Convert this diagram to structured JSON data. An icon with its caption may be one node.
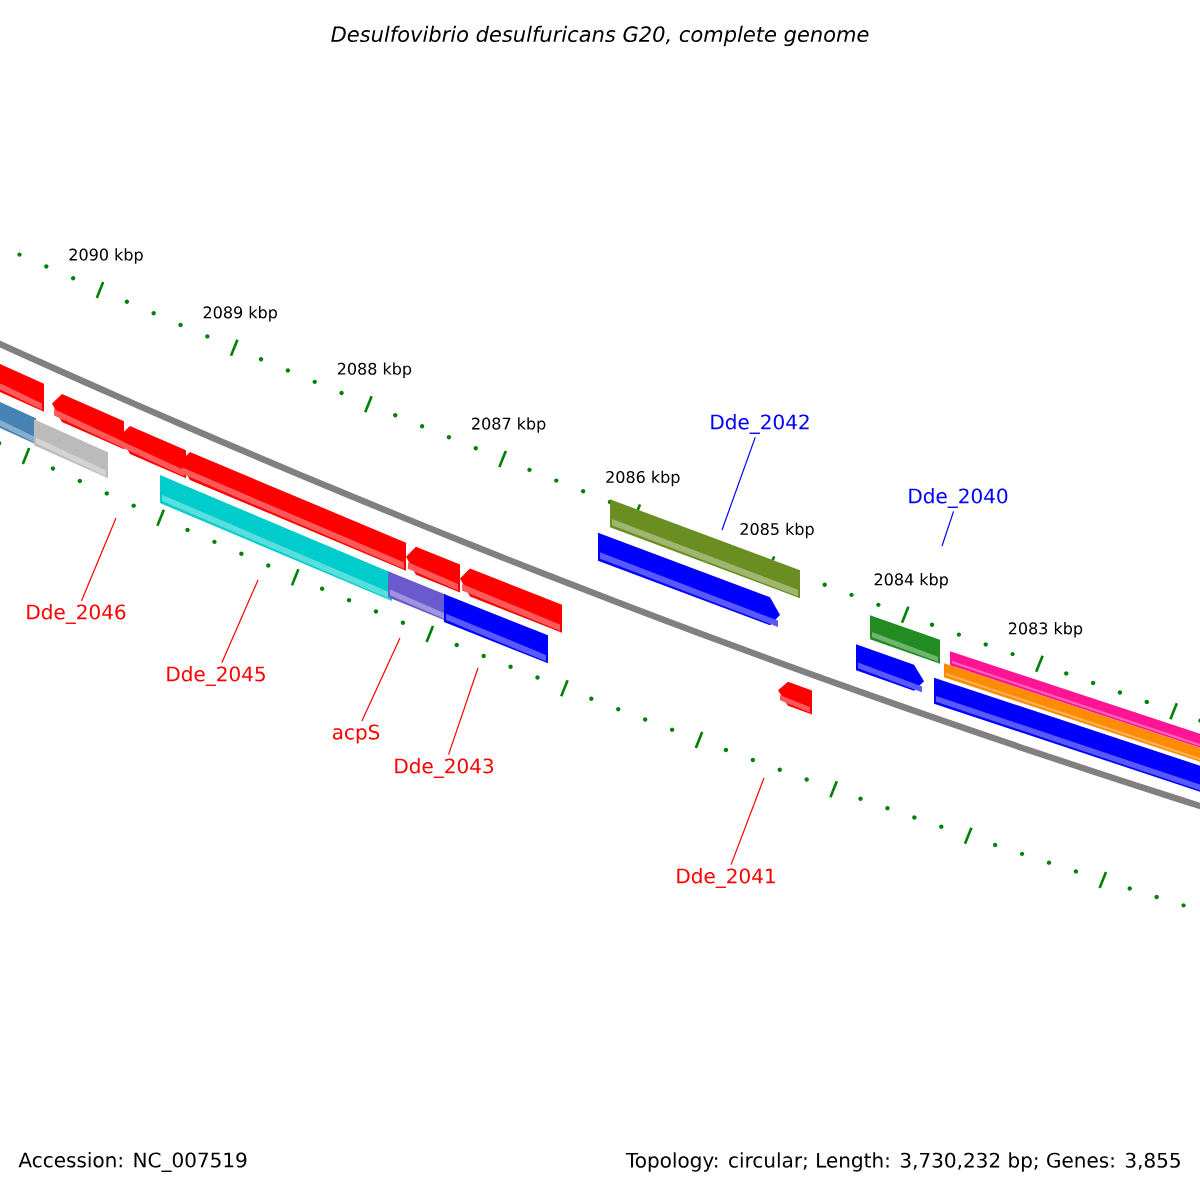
{
  "diagram": {
    "title": "Desulfovibrio desulfuricans G20, complete genome",
    "nodes": [
      {
        "text": [
          "Dde_2042"
        ]
      },
      {
        "text": [
          "Dde_2040"
        ]
      },
      {
        "text": [
          "Dde_2046"
        ]
      },
      {
        "text": [
          "Dde_2045"
        ]
      },
      {
        "text": [
          "acpS"
        ]
      },
      {
        "text": [
          "Dde_2043"
        ]
      },
      {
        "text": [
          "Dde_2041"
        ]
      }
    ],
    "edges": [
      {
        "from": 0,
        "to": null,
        "arrow": "none",
        "color": "#0000ff"
      },
      {
        "from": 1,
        "to": null,
        "arrow": "none",
        "color": "#0000ff"
      },
      {
        "from": 2,
        "to": null,
        "arrow": "none"
      },
      {
        "from": 3,
        "to": null,
        "arrow": "none"
      },
      {
        "from": 4,
        "to": null,
        "arrow": "none"
      },
      {
        "from": 5,
        "to": null,
        "arrow": "none"
      },
      {
        "from": 6,
        "to": null,
        "arrow": "none"
      }
    ],
    "labels": [
      "2090 kbp",
      "2089 kbp",
      "2088 kbp",
      "2087 kbp",
      "2086 kbp",
      "2085 kbp",
      "2084 kbp",
      "2083 kbp",
      "Accession: NC_007519",
      "Topology: circular; Length: 3,730,232 bp; Genes: 3,855"
    ]
  }
}
